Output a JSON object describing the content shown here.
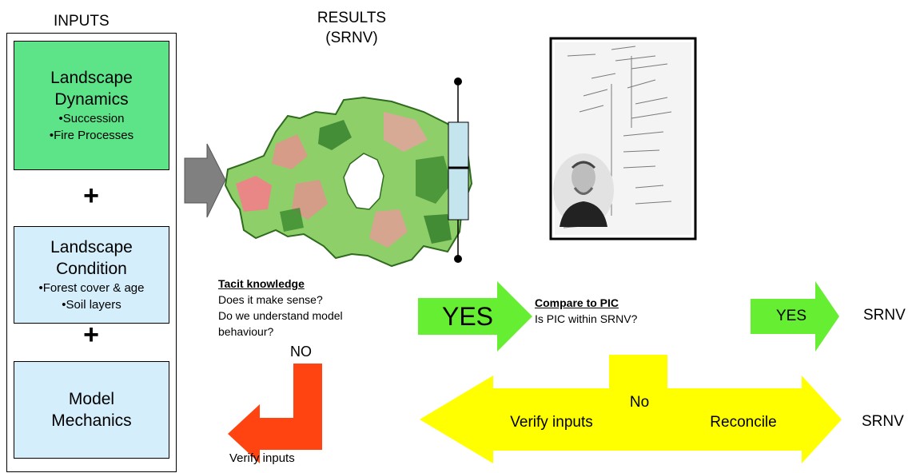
{
  "inputs": {
    "title": "INPUTS",
    "landscape_dynamics": {
      "title_line1": "Landscape",
      "title_line2": "Dynamics",
      "items": [
        "•Succession",
        "•Fire Processes"
      ]
    },
    "plus_1": "+",
    "landscape_condition": {
      "title_line1": "Landscape",
      "title_line2": "Condition",
      "items": [
        "•Forest cover & age",
        "•Soil layers"
      ]
    },
    "plus_2": "+",
    "model_mechanics": {
      "title_line1": "Model",
      "title_line2": "Mechanics"
    }
  },
  "results": {
    "title_line1": "RESULTS",
    "title_line2": "(SRNV)"
  },
  "tacit": {
    "heading": "Tacit knowledge",
    "line1": "Does it make sense?",
    "line2": "Do we understand model",
    "line3": "behaviour?",
    "no_label": "NO",
    "verify_label": "Verify inputs"
  },
  "compare": {
    "yes_label": "YES",
    "heading": "Compare to PIC",
    "question": "Is PIC within SRNV?",
    "yes2_label": "YES",
    "srnv_top": "SRNV"
  },
  "reconcile": {
    "no_label": "No",
    "verify_label": "Verify inputs",
    "reconcile_label": "Reconcile",
    "srnv_bottom": "SRNV"
  },
  "colors": {
    "dynamics_box": "#5de489",
    "condition_box": "#d4eefb",
    "green_arrow": "#66ee33",
    "yellow_arrow": "#ffff00",
    "red_arrow": "#ff4411",
    "gray_arrow": "#808080",
    "boxplot": "#c4e4ee"
  },
  "icons": [
    "map-image",
    "boxplot-icon",
    "historical-document-image",
    "portrait-image"
  ]
}
